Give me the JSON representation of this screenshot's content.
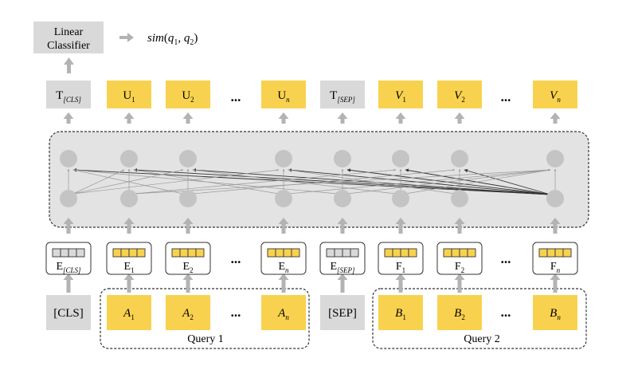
{
  "classifier": {
    "line1": "Linear",
    "line2": "Classifier"
  },
  "similarity": {
    "fn": "sim",
    "open": "(",
    "q": "q",
    "sub1": "1",
    "comma": ", ",
    "sub2": "2",
    "close": ")"
  },
  "ellipsis": "...",
  "outputs": [
    {
      "base": "T",
      "sub": "[CLS]",
      "italic_sub": true,
      "italic_base": false,
      "style": "gray"
    },
    {
      "base": "U",
      "sub": "1",
      "italic_sub": false,
      "italic_base": false,
      "style": "yellow"
    },
    {
      "base": "U",
      "sub": "2",
      "italic_sub": false,
      "italic_base": false,
      "style": "yellow"
    },
    {
      "base": "U",
      "sub": "n",
      "italic_sub": true,
      "italic_base": false,
      "style": "yellow"
    },
    {
      "base": "T",
      "sub": "[SEP]",
      "italic_sub": true,
      "italic_base": false,
      "style": "gray"
    },
    {
      "base": "V",
      "sub": "1",
      "italic_sub": false,
      "italic_base": true,
      "style": "yellow"
    },
    {
      "base": "V",
      "sub": "2",
      "italic_sub": false,
      "italic_base": true,
      "style": "yellow"
    },
    {
      "base": "V",
      "sub": "n",
      "italic_sub": true,
      "italic_base": true,
      "style": "yellow"
    }
  ],
  "embeddings": [
    {
      "base": "E",
      "sub": "[CLS]",
      "italic_sub": true,
      "style": "gray"
    },
    {
      "base": "E",
      "sub": "1",
      "italic_sub": false,
      "style": "yellow"
    },
    {
      "base": "E",
      "sub": "2",
      "italic_sub": false,
      "style": "yellow"
    },
    {
      "base": "E",
      "sub": "n",
      "italic_sub": true,
      "style": "yellow"
    },
    {
      "base": "E",
      "sub": "[SEP]",
      "italic_sub": true,
      "style": "gray"
    },
    {
      "base": "F",
      "sub": "1",
      "italic_sub": false,
      "style": "yellow"
    },
    {
      "base": "F",
      "sub": "2",
      "italic_sub": false,
      "style": "yellow"
    },
    {
      "base": "F",
      "sub": "n",
      "italic_sub": true,
      "style": "yellow"
    }
  ],
  "inputs": [
    {
      "base": "[CLS]",
      "sub": "",
      "italic_base": false,
      "italic_sub": false,
      "style": "gray"
    },
    {
      "base": "A",
      "sub": "1",
      "italic_base": true,
      "italic_sub": false,
      "style": "yellow"
    },
    {
      "base": "A",
      "sub": "2",
      "italic_base": true,
      "italic_sub": false,
      "style": "yellow"
    },
    {
      "base": "A",
      "sub": "n",
      "italic_base": true,
      "italic_sub": true,
      "style": "yellow"
    },
    {
      "base": "[SEP]",
      "sub": "",
      "italic_base": false,
      "italic_sub": false,
      "style": "gray"
    },
    {
      "base": "B",
      "sub": "1",
      "italic_base": true,
      "italic_sub": false,
      "style": "yellow"
    },
    {
      "base": "B",
      "sub": "2",
      "italic_base": true,
      "italic_sub": false,
      "style": "yellow"
    },
    {
      "base": "B",
      "sub": "n",
      "italic_base": true,
      "italic_sub": true,
      "style": "yellow"
    }
  ],
  "groups": {
    "query1": "Query 1",
    "query2": "Query 2"
  },
  "colors": {
    "yellow": "#f8d24f",
    "gray": "#d9d9d9",
    "node": "#c4c4c4",
    "arrow": "#b3b3b3",
    "panel": "#e3e3e3"
  }
}
